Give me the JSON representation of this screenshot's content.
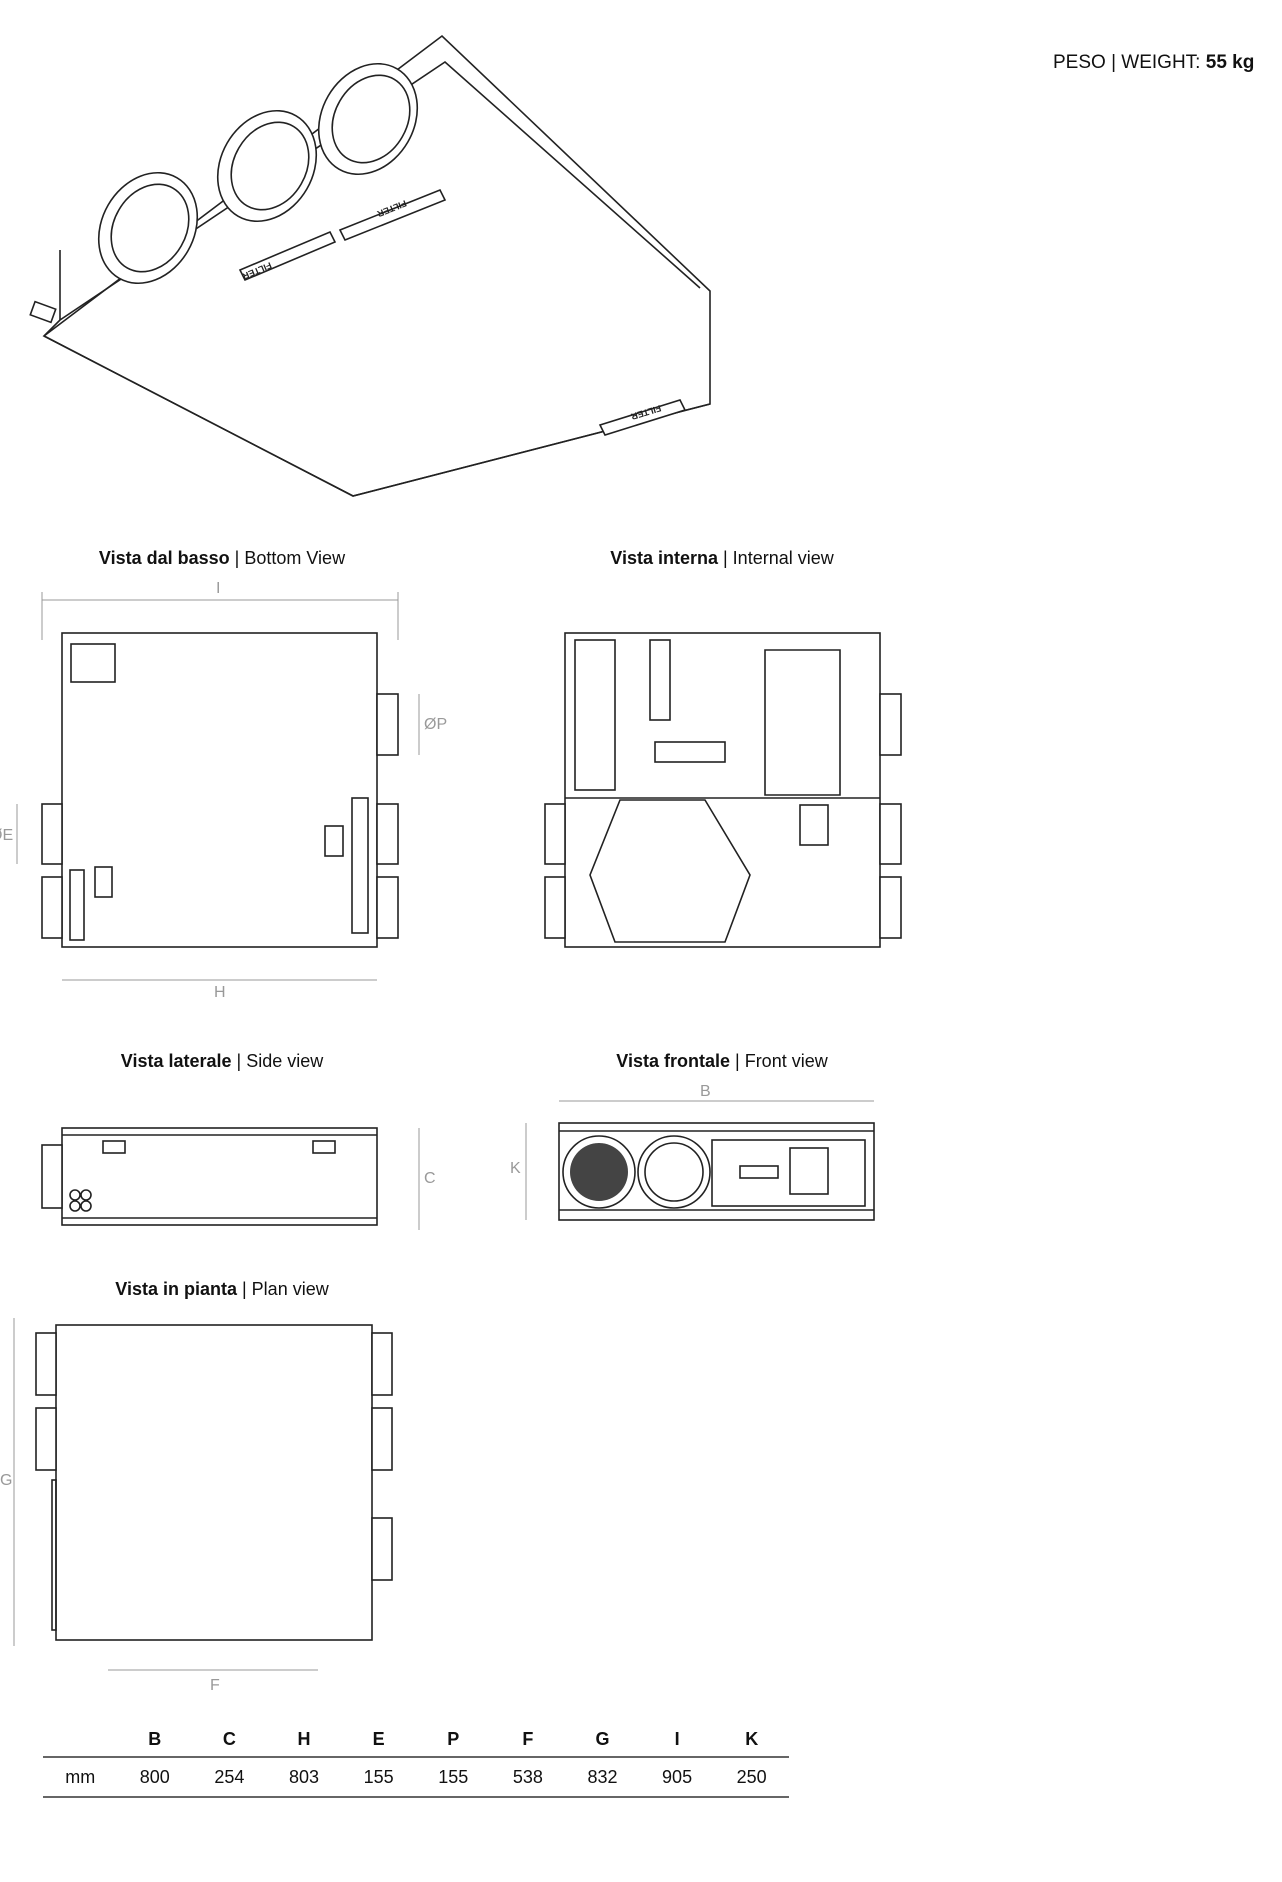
{
  "weight": {
    "label": "PESO | WEIGHT:",
    "value": "55 kg"
  },
  "views": {
    "bottom": {
      "title_it": "Vista dal basso",
      "title_en": "| Bottom View"
    },
    "internal": {
      "title_it": "Vista interna",
      "title_en": "| Internal view"
    },
    "side": {
      "title_it": "Vista laterale",
      "title_en": "| Side view"
    },
    "front": {
      "title_it": "Vista frontale",
      "title_en": "| Front view"
    },
    "plan": {
      "title_it": "Vista in pianta",
      "title_en": "| Plan view"
    }
  },
  "dim_labels": {
    "I": "I",
    "H": "H",
    "P": "ØP",
    "E": "ØE",
    "C": "C",
    "B": "B",
    "K": "K",
    "G": "G",
    "F": "F"
  },
  "filter_label": "FILTER",
  "table": {
    "unit": "mm",
    "headers": [
      "B",
      "C",
      "H",
      "E",
      "P",
      "F",
      "G",
      "I",
      "K"
    ],
    "values": [
      "800",
      "254",
      "803",
      "155",
      "155",
      "538",
      "832",
      "905",
      "250"
    ]
  }
}
